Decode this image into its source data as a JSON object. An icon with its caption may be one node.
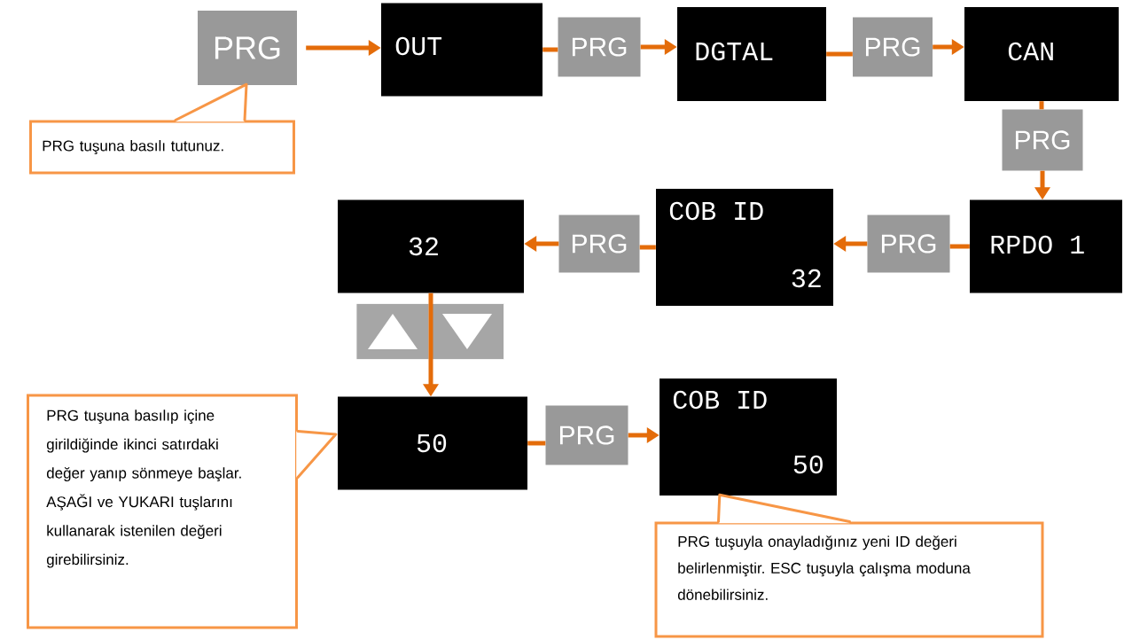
{
  "diagram": {
    "nodes": [
      {
        "text": [
          "PRG"
        ]
      },
      {
        "text": [
          "OUT"
        ]
      },
      {
        "text": [
          "PRG"
        ]
      },
      {
        "text": [
          "DGTAL"
        ]
      },
      {
        "text": [
          "PRG"
        ]
      },
      {
        "text": [
          "CAN"
        ]
      },
      {
        "text": [
          "PRG"
        ]
      },
      {
        "text": [
          "RPDO 1"
        ]
      },
      {
        "text": [
          "PRG"
        ]
      },
      {
        "text": [
          "COB ID",
          "32"
        ]
      },
      {
        "text": [
          "PRG"
        ]
      },
      {
        "text": [
          "32"
        ]
      },
      {
        "text": [],
        "shape": "box"
      },
      {
        "text": [],
        "shape": "box"
      },
      {
        "text": [
          "50"
        ]
      },
      {
        "text": [
          "PRG"
        ]
      },
      {
        "text": [
          "COB ID",
          "50"
        ]
      },
      {
        "text": [
          "PRG tuşuna basılı tutunuz."
        ]
      },
      {
        "text": [
          "PRG tuşuna basılıp içine girildiğinde ikinci satırdaki değer yanıp sönmeye başlar. AŞAĞI ve YUKARI tuşlarını kullanarak istenilen değeri girebilirsiniz."
        ]
      },
      {
        "text": [
          "PRG tuşuyla onayladığınız yeni ID değeri belirlenmiştir. ESC tuşuyla çalışma moduna dönebilirsiniz."
        ]
      }
    ],
    "edges": [
      {
        "from": 0,
        "to": 1,
        "arrow": "to"
      },
      {
        "from": 1,
        "to": 2,
        "arrow": "none"
      },
      {
        "from": 2,
        "to": 3,
        "arrow": "to"
      },
      {
        "from": 3,
        "to": 4,
        "arrow": "none"
      },
      {
        "from": 4,
        "to": 5,
        "arrow": "to"
      },
      {
        "from": 5,
        "to": 6,
        "arrow": "none"
      },
      {
        "from": 6,
        "to": 7,
        "arrow": "to"
      },
      {
        "from": 7,
        "to": 8,
        "arrow": "none"
      },
      {
        "from": 8,
        "to": 9,
        "arrow": "to"
      },
      {
        "from": 9,
        "to": 10,
        "arrow": "none"
      },
      {
        "from": 10,
        "to": 11,
        "arrow": "to"
      },
      {
        "from": 11,
        "to": 14,
        "arrow": "to"
      },
      {
        "from": 14,
        "to": 15,
        "arrow": "none"
      },
      {
        "from": 15,
        "to": 16,
        "arrow": "to"
      },
      {
        "from": 17,
        "to": 0,
        "arrow": "none",
        "color": "#f79646"
      },
      {
        "from": 18,
        "to": 14,
        "arrow": "none",
        "color": "#f79646"
      },
      {
        "from": 19,
        "to": 16,
        "arrow": "none",
        "color": "#f79646"
      }
    ]
  }
}
